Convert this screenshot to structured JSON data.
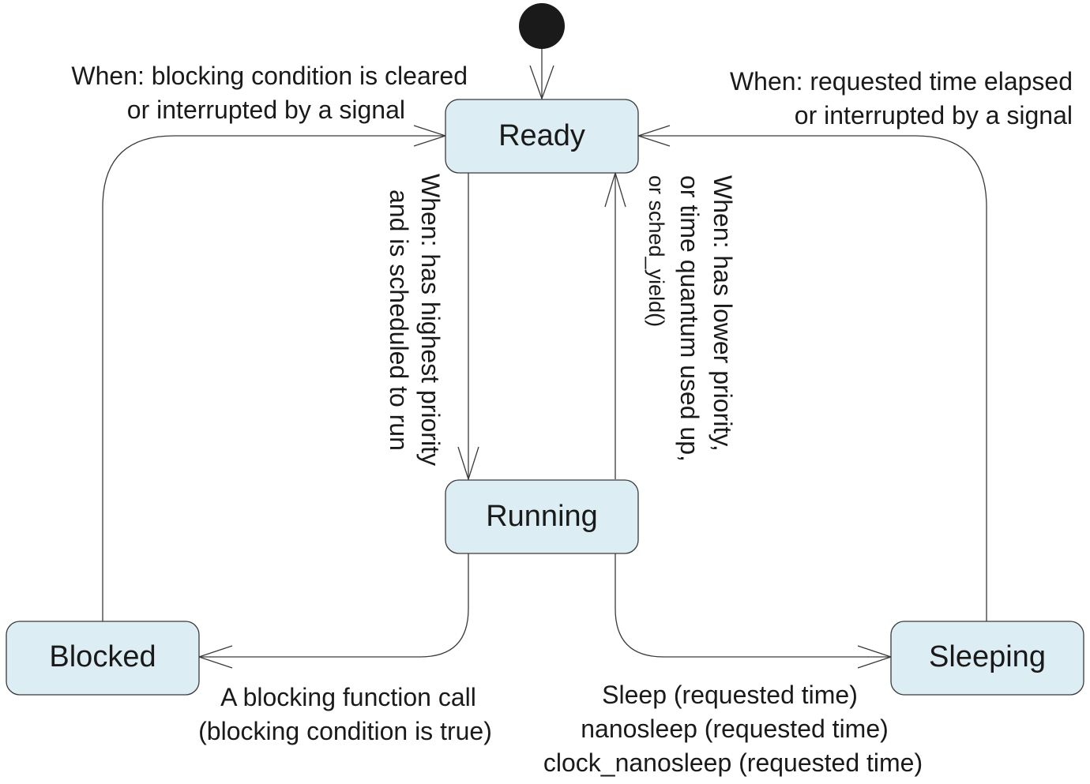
{
  "states": {
    "ready": "Ready",
    "running": "Running",
    "blocked": "Blocked",
    "sleeping": "Sleeping"
  },
  "transitions": {
    "blocked_to_ready": [
      "When: blocking condition is cleared",
      "or interrupted by a signal"
    ],
    "sleeping_to_ready": [
      "When: requested time elapsed",
      "or interrupted by a signal"
    ],
    "ready_to_running": [
      "When: has highest priority",
      "and is scheduled to run"
    ],
    "running_to_ready": [
      "When: has lower priority,",
      "or time quantum used up,",
      "or sched_yield()"
    ],
    "running_to_blocked": [
      "A blocking function call",
      "(blocking condition is true)"
    ],
    "running_to_sleeping": [
      "Sleep (requested time)",
      "nanosleep (requested time)",
      "clock_nanosleep (requested time)"
    ]
  },
  "colors": {
    "state_fill": "#dcedf3",
    "stroke": "#3a3a3a",
    "initial_node": "#1a1a1a"
  }
}
